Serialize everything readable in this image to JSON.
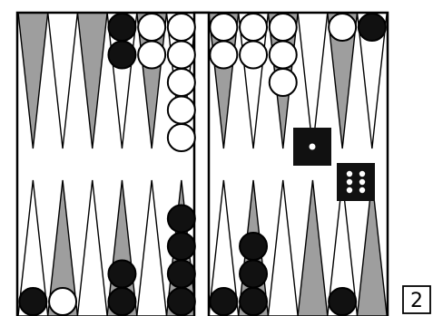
{
  "board": {
    "colors": {
      "background": "#ffffff",
      "frame": "#000000",
      "light_point": "#ffffff",
      "dark_point": "#9e9e9e",
      "white_checker": "#ffffff",
      "black_checker": "#111111",
      "die_face": "#111111",
      "die_pip": "#ffffff"
    },
    "top_left_points": [
      "dark",
      "light",
      "dark",
      "light",
      "dark",
      "light"
    ],
    "top_right_points": [
      "dark",
      "light",
      "dark",
      "light",
      "dark",
      "light"
    ],
    "bottom_left_points": [
      "light",
      "dark",
      "light",
      "dark",
      "light",
      "dark"
    ],
    "bottom_right_points": [
      "light",
      "dark",
      "light",
      "dark",
      "light",
      "dark"
    ],
    "checkers": {
      "top_left": [
        {
          "point": 4,
          "color": "black",
          "count": 2
        },
        {
          "point": 5,
          "color": "white",
          "count": 2
        },
        {
          "point": 6,
          "color": "white",
          "count": 5
        }
      ],
      "top_right": [
        {
          "point": 1,
          "color": "white",
          "count": 2
        },
        {
          "point": 2,
          "color": "white",
          "count": 2
        },
        {
          "point": 3,
          "color": "white",
          "count": 3
        },
        {
          "point": 5,
          "color": "white",
          "count": 1
        },
        {
          "point": 6,
          "color": "black",
          "count": 1
        }
      ],
      "bottom_left": [
        {
          "point": 1,
          "color": "black",
          "count": 1
        },
        {
          "point": 2,
          "color": "white",
          "count": 1
        },
        {
          "point": 4,
          "color": "black",
          "count": 2
        },
        {
          "point": 6,
          "color": "black",
          "count": 4
        }
      ],
      "bottom_right": [
        {
          "point": 1,
          "color": "black",
          "count": 1
        },
        {
          "point": 2,
          "color": "black",
          "count": 3
        },
        {
          "point": 5,
          "color": "black",
          "count": 1
        }
      ]
    },
    "dice": [
      {
        "name": "die-one",
        "value": 1
      },
      {
        "name": "die-six",
        "value": 6
      }
    ]
  },
  "cube": {
    "label": "2"
  }
}
